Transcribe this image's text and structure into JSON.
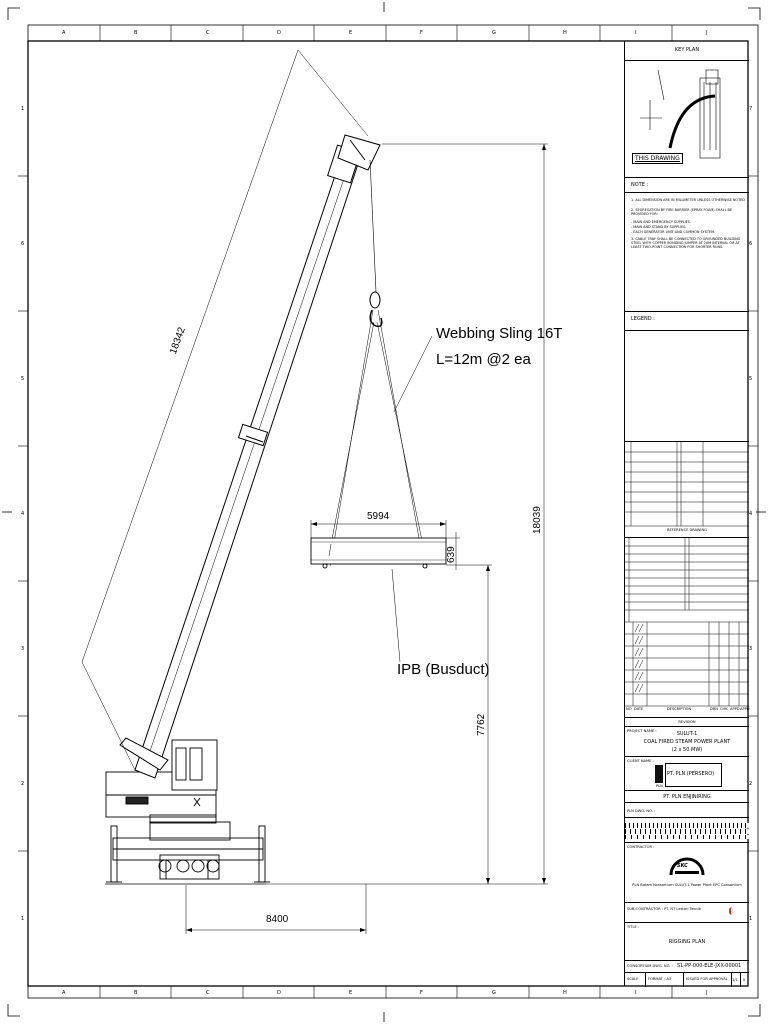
{
  "drawing": {
    "grid_columns": [
      "A",
      "B",
      "C",
      "D",
      "E",
      "F",
      "G",
      "H",
      "I",
      "J"
    ],
    "grid_rows_right": [
      "7",
      "6",
      "5",
      "4",
      "3",
      "2",
      "1"
    ],
    "grid_rows_left": [
      "1",
      "6",
      "5",
      "4",
      "3",
      "2",
      "1"
    ],
    "labels": {
      "sling_line1": "Webbing Sling 16T",
      "sling_line2": "L=12m @2 ea",
      "ipb": "IPB (Busduct)",
      "dim_boom": "18342",
      "dim_height": "18039",
      "dim_load_width": "5994",
      "dim_load_height": "639",
      "dim_lift_height": "7762",
      "dim_radius": "8400"
    }
  },
  "title_block": {
    "key_plan": {
      "title": "KEY PLAN",
      "this_drawing": "THIS DRAWING"
    },
    "note": {
      "title": "NOTE :",
      "items": [
        "1. ALL DIMENSION ARE IN MILLIMETER UNLESS OTHERWISE NOTED",
        "2. SEGREGATION BY FIRE BARRIER (EPRAY FOAM) SHALL BE PROVIDED FOR:",
        "   - MAIN AND EMERGENCY SUPPLIES.",
        "   - MAIN AND STAND BY SUPPLIES.",
        "   - EACH GENERATOR UNIT AND COMMON SYSTEM.",
        "3. CABLE TRAY SHALL BE CONNECTED TO GROUNDED BUILDING STEEL WITH COPPER BONDING JUMPER AT 20M INTERVAL OR AT LEAST TWO-POINT CONNECTION FOR SHORTER RUNS."
      ]
    },
    "legend": {
      "title": "LEGEND :"
    },
    "reference": {
      "title": "REFERENCE DRAWING"
    },
    "revision": {
      "title": "REVISION",
      "headers": [
        "NO",
        "DATE",
        "DESCRIPTION",
        "DRN",
        "CHK",
        "APPD",
        "APPD"
      ]
    },
    "project": {
      "label": "PROJECT NAME :",
      "line1": "SULUT-1",
      "line2": "COAL FIRED STEAM POWER PLANT",
      "line3": "(2 x 50 MW)"
    },
    "client": {
      "label": "CLIENT NAME :",
      "name": "PT. PLN (PERSERO)",
      "logo_text": "PLN"
    },
    "engineering": {
      "name": "PT. PLN ENJINIRING"
    },
    "pln_dwg_no": {
      "label": "PLN DWG. NO. :"
    },
    "contractor": {
      "label": "CONTRACTOR :",
      "logo_text": "SKC",
      "caption": "PLN Batam Konsortium SULUT-1 Power Plant EPC Consortium"
    },
    "subcontractor": {
      "label": "SUB-CONTRACTOR : PT. NT Lestari Teknik"
    },
    "title": {
      "label": "TITLE :",
      "value": "RIGGING PLAN"
    },
    "consortium_dwg": {
      "label": "CONSORTIUM DWG. NO. :",
      "value": "S1-PP-000-ELE-JXX-00001"
    },
    "footer": {
      "scale_label": "SCALE",
      "format": "FORMAT : A3",
      "status": "ISSUED FOR APPROVAL",
      "sheet": "1/1",
      "rev": "0"
    }
  }
}
